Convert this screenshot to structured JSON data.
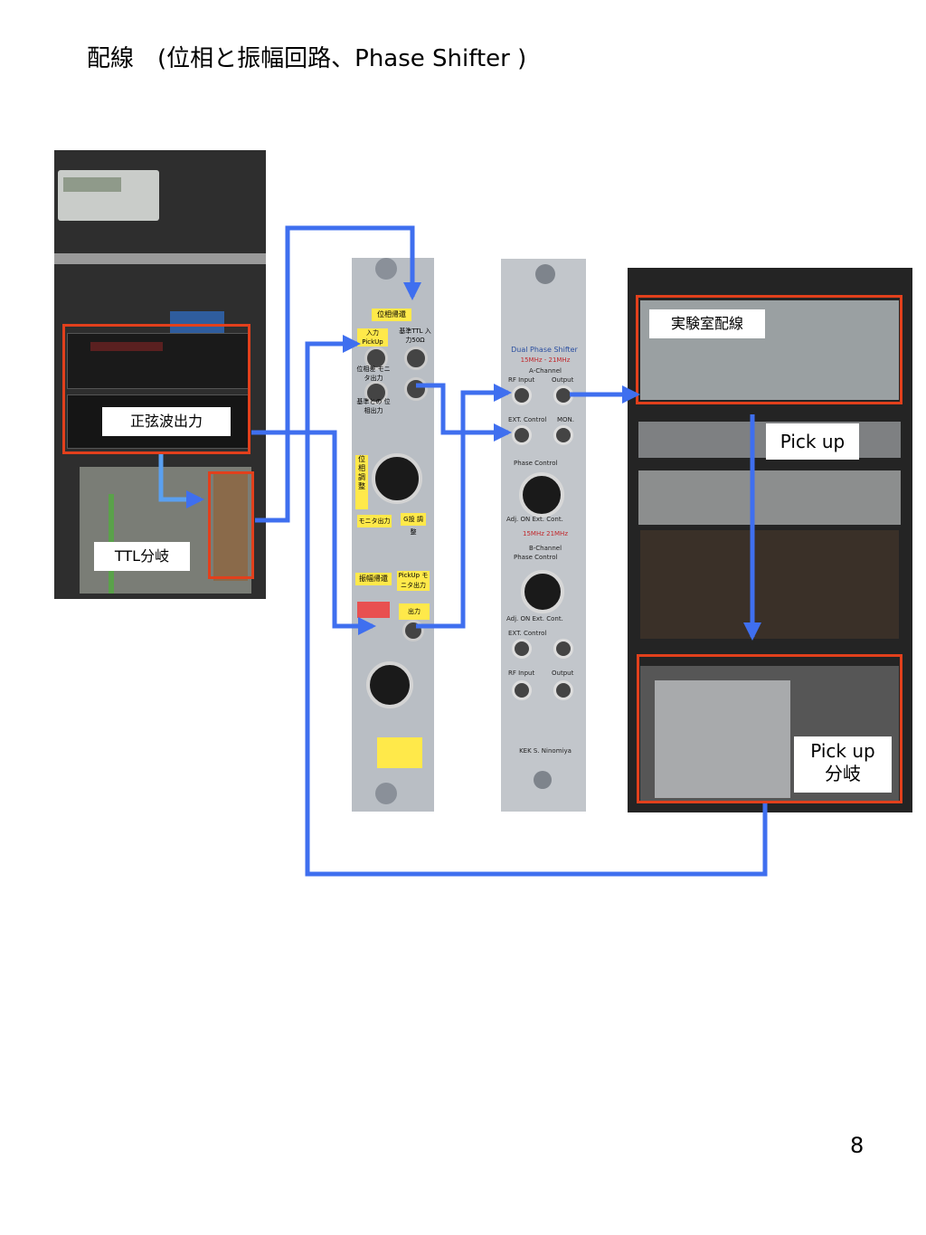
{
  "title": "配線　(位相と振幅回路、Phase Shifter )",
  "page_number": "8",
  "labels": {
    "sine_output": "正弦波出力",
    "ttl_branch": "TTL分岐",
    "lab_wiring": "実験室配線",
    "pickup": "Pick up",
    "pickup_branch_line1": "Pick up",
    "pickup_branch_line2": "分岐"
  },
  "module1": {
    "header": "位相帰還",
    "items": [
      "入力 PickUp",
      "基準TTL 入力50Ω",
      "位相差 モニタ出力",
      "基準との 位相出力",
      "位相調整",
      "モニタ出力",
      "G設 調整",
      "振幅帰還",
      "PickUp モニタ出力",
      "出力"
    ]
  },
  "module2": {
    "title": "Dual Phase Shifter",
    "freq_a": "15MHz - 21MHz",
    "a_channel": "A-Channel",
    "rf_input": "RF Input",
    "output": "Output",
    "ext_control": "EXT. Control",
    "mon": "MON.",
    "phase_control": "Phase Control",
    "adj": "Adj. ON  Ext. Cont.",
    "freq_b": "15MHz  21MHz",
    "b_channel": "B-Channel",
    "footer": "KEK S. Ninomiya"
  },
  "colors": {
    "arrow": "#3f6fef",
    "highlight": "#e2401c",
    "panel": "#b9bec4"
  }
}
